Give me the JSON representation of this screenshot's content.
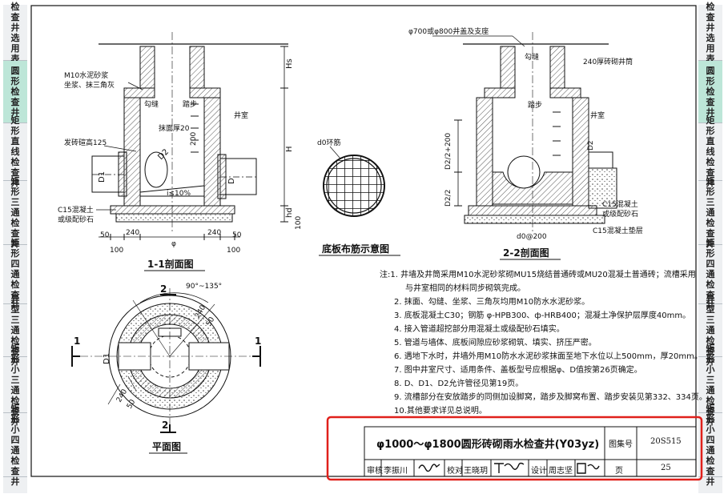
{
  "left_tabs": [
    {
      "chars": [
        "检",
        "查",
        "井",
        "选",
        "用",
        "表"
      ],
      "active": false
    },
    {
      "chars": [
        "圆",
        "形",
        "检",
        "查",
        "井"
      ],
      "active": true
    },
    {
      "chars": [
        "矩",
        "形",
        "直",
        "线",
        "检",
        "查",
        "井"
      ],
      "active": false
    },
    {
      "chars": [
        "矩",
        "形",
        "三",
        "通",
        "检",
        "查",
        "井"
      ],
      "active": false
    },
    {
      "chars": [
        "矩",
        "形",
        "四",
        "通",
        "检",
        "查",
        "井"
      ],
      "active": false
    },
    {
      "chars": [
        "异",
        "型",
        "三",
        "通",
        "检",
        "查",
        "井"
      ],
      "active": false
    },
    {
      "chars": [
        "矩",
        "形",
        "小",
        "三",
        "通",
        "检",
        "查",
        "井"
      ],
      "active": false
    },
    {
      "chars": [
        "矩",
        "形",
        "小",
        "四",
        "通",
        "检",
        "查",
        "井"
      ],
      "active": false
    }
  ],
  "right_tabs": [
    {
      "chars": [
        "检",
        "查",
        "井",
        "选",
        "用",
        "表"
      ],
      "active": false
    },
    {
      "chars": [
        "圆",
        "形",
        "检",
        "查",
        "井"
      ],
      "active": true
    },
    {
      "chars": [
        "矩",
        "形",
        "直",
        "线",
        "检",
        "查",
        "井"
      ],
      "active": false
    },
    {
      "chars": [
        "矩",
        "形",
        "三",
        "通",
        "检",
        "查",
        "井"
      ],
      "active": false
    },
    {
      "chars": [
        "矩",
        "形",
        "四",
        "通",
        "检",
        "查",
        "井"
      ],
      "active": false
    },
    {
      "chars": [
        "异",
        "型",
        "三",
        "通",
        "检",
        "查",
        "井"
      ],
      "active": false
    },
    {
      "chars": [
        "矩",
        "形",
        "小",
        "三",
        "通",
        "检",
        "查",
        "井"
      ],
      "active": false
    },
    {
      "chars": [
        "矩",
        "形",
        "小",
        "四",
        "通",
        "检",
        "查",
        "井"
      ],
      "active": false
    }
  ],
  "section11": {
    "title": "1-1剖面图",
    "labels": {
      "mortar": "M10水泥砂浆",
      "mortar2": "坐浆、抹三角灰",
      "joint": "勾缝",
      "step": "踏步",
      "chamber": "井室",
      "plaster": "抹面厚20",
      "brick_top": "发砖碹高125",
      "concrete": "C15混凝土",
      "concrete2": "或级配砂石",
      "slope": "i≤10%",
      "hs": "Hs",
      "h": "H",
      "hd": "hd",
      "d1": "D1",
      "d2": "D2",
      "d": "D",
      "dim200": "200",
      "dim100": "100",
      "dim50a": "50",
      "dim240a": "240",
      "dim_phi": "φ",
      "dim240b": "240",
      "dim50b": "50",
      "dim100a": "100",
      "dim100b": "100"
    }
  },
  "rebar": {
    "title": "底板布筋示意图",
    "label": "d0环筋"
  },
  "section22": {
    "title": "2-2剖面图",
    "labels": {
      "cover": "φ700或φ800井盖及支座",
      "joint": "勾缝",
      "shaft": "240厚砖砌井筒",
      "step": "踏步",
      "chamber": "井室",
      "d2a": "D2/2+200",
      "d2b": "D2/2",
      "d2": "D2",
      "concrete": "C15混凝土",
      "concrete2": "或级配砂石",
      "cushion": "C15混凝土垫层",
      "d0": "d0@200"
    }
  },
  "plan": {
    "title": "平面图",
    "angle": "90°~135°",
    "dim240a": "240",
    "dim50a": "50",
    "dim240b": "240",
    "dim50b": "50",
    "d1": "D1",
    "cut1l": "1",
    "cut1r": "1",
    "cut2t": "2",
    "cut2b": "2"
  },
  "notes": [
    "注:1. 井墙及井筒采用M10水泥砂浆砌MU15烧结普通砖或MU20混凝土普通砖；流槽采用",
    "与井室相同的材料同步砌筑完成。",
    "2. 抹面、勾缝、坐浆、三角灰均用M10防水水泥砂浆。",
    "3. 底板混凝土C30；钢筋 φ-HPB300、ф-HRB400；混凝土净保护层厚度40mm。",
    "4. 接入管道超挖部分用混凝土或级配砂石填实。",
    "5. 管道与墙体、底板间隙应砂浆砌筑、填实、挤压严密。",
    "6. 遇地下水时，井墙外用M10防水水泥砂浆抹面至地下水位以上500mm，厚20mm。",
    "7. 图中井室尺寸、适用条件、盖板型号应根据φ、D值按第26页确定。",
    "8. D、D1、D2允许管径见第19页。",
    "9. 流槽部分在安放踏步的同侧加设脚窝，踏步及脚窝布置、踏步安装见第332、334页。",
    "10.其他要求详见总说明。"
  ],
  "title_block": {
    "title": "φ1000～φ1800圆形砖砌雨水检查井(Y03yz)",
    "atlas_label": "图集号",
    "atlas_no": "20S515",
    "reviewer_label": "审核",
    "reviewer": "李振川",
    "checker_label": "校对",
    "checker": "王晓玥",
    "designer_label": "设计",
    "designer": "周志坚",
    "page_label": "页",
    "page_no": "25"
  },
  "colors": {
    "highlight": "#e0201b",
    "active_tab": "#bde6d8",
    "hatch": "#555555"
  }
}
